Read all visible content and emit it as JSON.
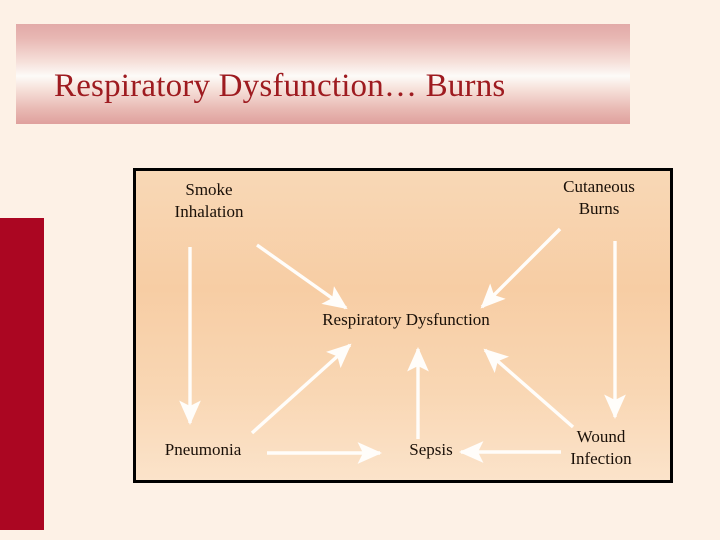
{
  "slide": {
    "background_color": "#fdf1e6",
    "accent_bar_color": "#ab0622",
    "title": "Respiratory Dysfunction… Burns",
    "title_color": "#9e1b20"
  },
  "diagram": {
    "border_color": "#000000",
    "fill_color": "#f8d3ad",
    "arrow_color": "#ffffff",
    "nodes": [
      {
        "id": "smoke_inhalation",
        "label": "Smoke\nInhalation"
      },
      {
        "id": "cutaneous_burns",
        "label": "Cutaneous\nBurns"
      },
      {
        "id": "respiratory_dysfunction",
        "label": "Respiratory Dysfunction"
      },
      {
        "id": "pneumonia",
        "label": "Pneumonia"
      },
      {
        "id": "sepsis",
        "label": "Sepsis"
      },
      {
        "id": "wound_infection",
        "label": "Wound\nInfection"
      }
    ]
  },
  "chart_data": {
    "type": "diagram",
    "title": "Respiratory Dysfunction… Burns",
    "subtype": "directed-graph",
    "nodes": [
      {
        "id": "smoke_inhalation",
        "label": "Smoke Inhalation",
        "x": 0.12,
        "y": 0.1
      },
      {
        "id": "cutaneous_burns",
        "label": "Cutaneous Burns",
        "x": 0.86,
        "y": 0.08
      },
      {
        "id": "respiratory_dysfunction",
        "label": "Respiratory Dysfunction",
        "x": 0.5,
        "y": 0.49
      },
      {
        "id": "pneumonia",
        "label": "Pneumonia",
        "x": 0.12,
        "y": 0.9
      },
      {
        "id": "sepsis",
        "label": "Sepsis",
        "x": 0.53,
        "y": 0.9
      },
      {
        "id": "wound_infection",
        "label": "Wound Infection",
        "x": 0.86,
        "y": 0.88
      }
    ],
    "edges": [
      {
        "from": "smoke_inhalation",
        "to": "pneumonia",
        "style": "arrow"
      },
      {
        "from": "smoke_inhalation",
        "to": "respiratory_dysfunction",
        "style": "arrow"
      },
      {
        "from": "cutaneous_burns",
        "to": "respiratory_dysfunction",
        "style": "arrow"
      },
      {
        "from": "cutaneous_burns",
        "to": "wound_infection",
        "style": "arrow"
      },
      {
        "from": "pneumonia",
        "to": "respiratory_dysfunction",
        "style": "arrow"
      },
      {
        "from": "pneumonia",
        "to": "sepsis",
        "style": "arrow"
      },
      {
        "from": "sepsis",
        "to": "respiratory_dysfunction",
        "style": "arrow"
      },
      {
        "from": "wound_infection",
        "to": "respiratory_dysfunction",
        "style": "arrow"
      },
      {
        "from": "wound_infection",
        "to": "sepsis",
        "style": "arrow"
      }
    ]
  }
}
